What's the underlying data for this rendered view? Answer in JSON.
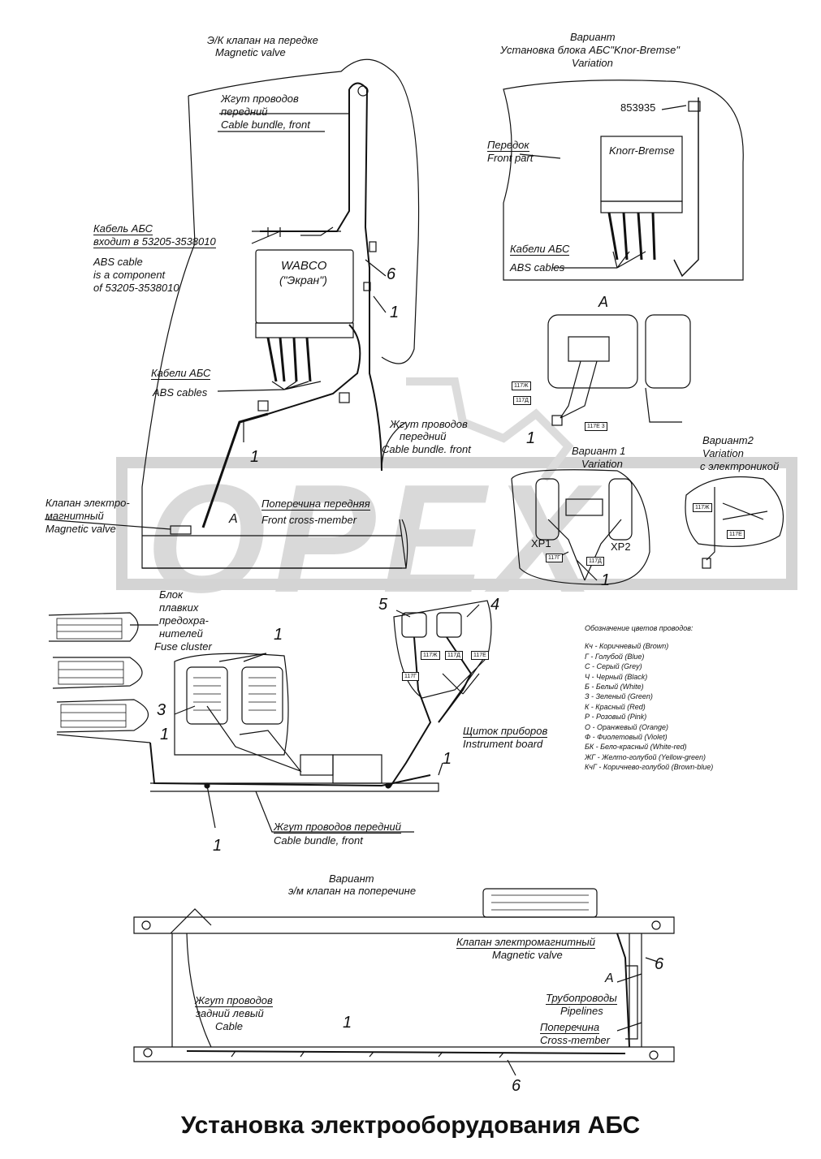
{
  "title": "Установка электрооборудования АБС",
  "watermark": "OPEX",
  "labels": {
    "ek_valve_ru": "Э/К клапан на передке",
    "ek_valve_en": "Magnetic valve",
    "bundle_front_ru1": "Жгут проводов",
    "bundle_front_ru2": "передний",
    "bundle_front_en": "Cable bundle, front",
    "abs_cable_ru1": "Кабель АБС",
    "abs_cable_ru2": "входит в 53205-3538010",
    "abs_cable_en1": "ABS cable",
    "abs_cable_en2": "is a component",
    "abs_cable_en3": "of 53205-3538010",
    "wabco1": "WABCO",
    "wabco2": "(\"Экран\")",
    "abs_cables_ru": "Кабели АБС",
    "abs_cables_en": "ABS cables",
    "bundle_front2_ru1": "Жгут проводов",
    "bundle_front2_ru2": "передний",
    "bundle_front2_en": "Cable bundle. front",
    "valve_em_ru1": "Клапан электро-",
    "valve_em_ru2": "магнитный",
    "valve_em_en": "Magnetic valve",
    "letter_a": "A",
    "cross_ru": "Поперечина передняя",
    "cross_en": "Front cross-member",
    "fuse_ru1": "Блок",
    "fuse_ru2": "плавких",
    "fuse_ru3": "предохра-",
    "fuse_ru4": "нителей",
    "fuse_en": "Fuse cluster",
    "instr_ru": "Щиток приборов",
    "instr_en": "Instrument board",
    "bundle_bottom_ru": "Жгут проводов передний",
    "bundle_bottom_en": "Cable bundle, front",
    "var_kb_1": "Вариант",
    "var_kb_2": "Установка блока АБС\"Knor-Bremse\"",
    "var_kb_3": "Variation",
    "part_853935": "853935",
    "peredok_ru": "Передок",
    "peredok_en": "Front part",
    "knorr": "Knorr-Bremse",
    "kb_cables_ru": "Кабели АБС",
    "kb_cables_en": "ABS cables",
    "view_a": "A",
    "var1_ru": "Вариант 1",
    "var1_en": "Variation",
    "var2_ru": "Вариант2",
    "var2_en": "Variation",
    "var2_ru2": "с электроникой",
    "xp1": "XP1",
    "xp2": "XP2",
    "var_bottom_1": "Вариант",
    "var_bottom_2": "э/м клапан на поперечине",
    "bottom_valve_ru": "Клапан электромагнитный",
    "bottom_valve_en": "Magnetic valve",
    "bottom_a": "A",
    "bottom_bundle_ru1": "Жгут проводов",
    "bottom_bundle_ru2": "задний левый",
    "bottom_bundle_en": "Cable",
    "pipes_ru": "Трубопроводы",
    "pipes_en": "Pipelines",
    "cross2_ru": "Поперечина",
    "cross2_en": "Cross-member"
  },
  "callouts": {
    "n6_top": "6",
    "n1_a": "1",
    "n1_b": "1",
    "n1_c": "1",
    "n1_view": "1",
    "n1_var": "1",
    "n5": "5",
    "n4": "4",
    "n1_fuse": "1",
    "n3": "3",
    "n1_d": "1",
    "n1_e": "1",
    "n1_f": "1",
    "n1_bot": "1",
    "n6_bot": "6",
    "n6_bot2": "6"
  },
  "tags": {
    "t1": "117Ж",
    "t2": "117Д",
    "t3": "117Е 3",
    "t4": "117Г",
    "t5": "117Д",
    "t6": "117Ж",
    "t7": "117Е",
    "t8": "117Ж",
    "t9": "117Д",
    "t10": "117Е",
    "t11": "117Г"
  },
  "legend": {
    "title": "Обозначение цветов проводов:",
    "items": [
      "Кч  - Коричневый (Brown)",
      "Г   - Голубой (Blue)",
      "С   - Серый (Grey)",
      "Ч   - Черный (Black)",
      "Б   - Белый (White)",
      "З   - Зеленый (Green)",
      "К   - Красный (Red)",
      "Р   - Розовый (Pink)",
      "О   - Оранжевый (Orange)",
      "Ф   - Фиолетовый (Violet)",
      "БК  - Бело-красный (White-red)",
      "ЖГ  - Желто-голубой (Yellow-green)",
      "КчГ - Коричнево-голубой (Brown-blue)"
    ]
  }
}
